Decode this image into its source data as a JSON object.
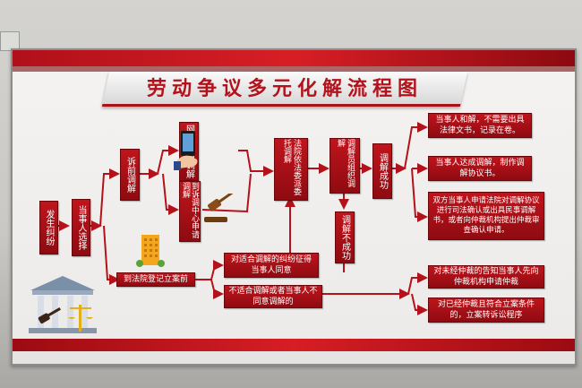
{
  "title": "劳动争议多元化解流程图",
  "nodes": {
    "dispute": "发生纠纷",
    "choose": "当事人选择",
    "pre_litigation": "诉前调解",
    "online_apply": "网上申请调解",
    "center_apply": "到诉调中心申请调解",
    "court_entrust": "法院依法委派委托调解",
    "mediator_org": "调解员组织调解",
    "success": "调解成功",
    "fail": "调解不成功",
    "court_register": "到法院登记立案前",
    "suitable": "对适合调解的纠纷征得当事人同意",
    "not_suitable": "不适合调解或者当事人不同意调解的",
    "result1": "当事人和解，不需要出具法律文书，记录在卷。",
    "result2": "当事人达成调解，制作调解协议书。",
    "result3": "双方当事人申请法院对调解协议进行司法确认或出具民事调解书，或者向仲裁机构提出仲裁审查确认申请。",
    "result4": "对未经仲裁的告知当事人先向仲裁机构申请仲裁",
    "result5": "对已经仲裁且符合立案条件的，立案转诉讼程序"
  },
  "colors": {
    "accent": "#b3121b",
    "box": "#a8121a",
    "board": "#f0efed"
  }
}
